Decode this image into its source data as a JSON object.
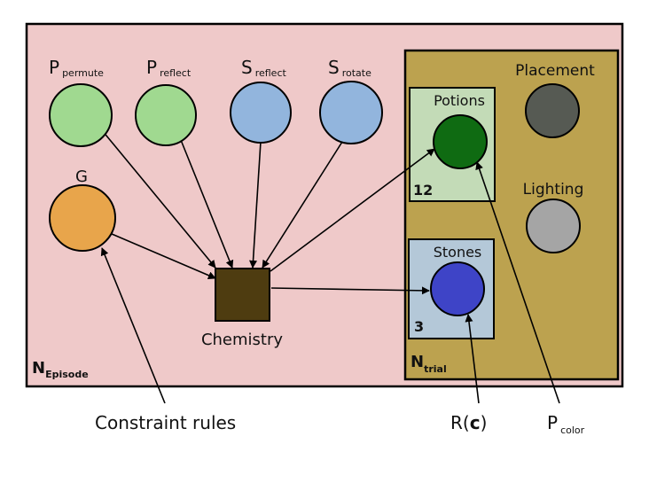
{
  "colors": {
    "episode_plate": "#efc9c9",
    "trial_plate": "#bca24f",
    "potion_plate": "#c3dbb7",
    "stone_plate": "#b4c8d8",
    "green_node": "#a0d990",
    "blue_node": "#92b5dd",
    "orange_node": "#e8a54b",
    "potion_node": "#0f6b12",
    "stone_node": "#3e44c7",
    "placement_node": "#565a53",
    "lighting_node": "#a5a5a5",
    "chemistry_factor": "#4e3c10"
  },
  "nodes": {
    "p_permute": {
      "main": "P",
      "sub": "permute"
    },
    "p_reflect": {
      "main": "P",
      "sub": "reflect"
    },
    "s_reflect": {
      "main": "S",
      "sub": "reflect"
    },
    "s_rotate": {
      "main": "S",
      "sub": "rotate"
    },
    "g": {
      "label": "G"
    },
    "chemistry": {
      "label": "Chemistry"
    },
    "potions": {
      "label": "Potions",
      "count": "12"
    },
    "stones": {
      "label": "Stones",
      "count": "3"
    },
    "placement": {
      "label": "Placement"
    },
    "lighting": {
      "label": "Lighting"
    }
  },
  "plates": {
    "episode": {
      "main": "N",
      "sub": "Episode"
    },
    "trial": {
      "main": "N",
      "sub": "trial"
    }
  },
  "external": {
    "constraint_rules": "Constraint rules",
    "r_c_prefix": "R(",
    "r_c_var": "c",
    "r_c_suffix": ")",
    "p_color": {
      "main": "P",
      "sub": "color"
    }
  }
}
